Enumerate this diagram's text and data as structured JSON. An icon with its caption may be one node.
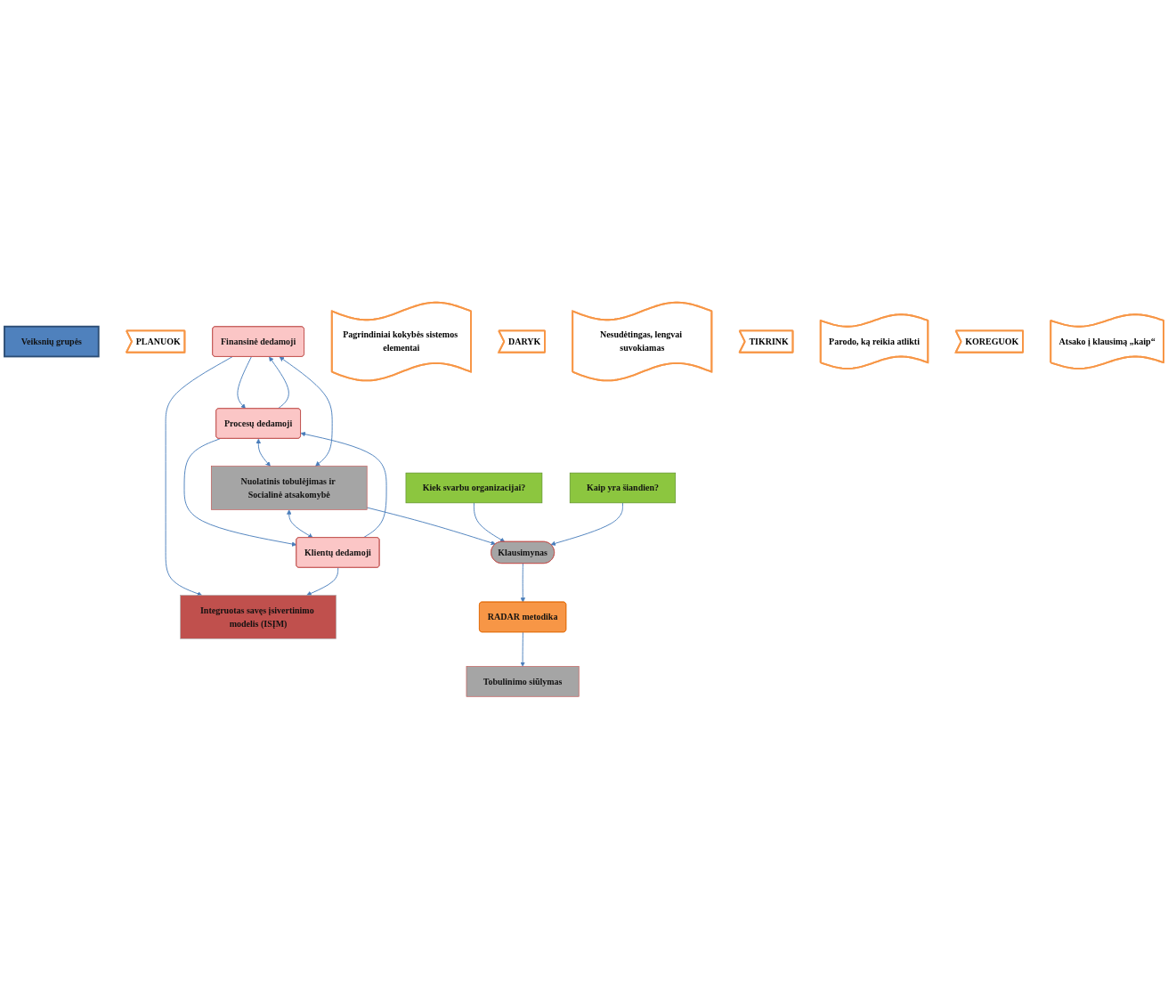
{
  "diagram": {
    "nodes": [
      {
        "text": [
          "Integruotas savęs įsivertinimo modelis (ISĮM)"
        ]
      },
      {
        "text": [
          "Veiksnių  grupės"
        ]
      },
      {
        "text": [
          "PLANUOK"
        ]
      },
      {
        "text": [
          "Finansinė dedamoji"
        ]
      },
      {
        "text": [
          "Procesų dedamoji"
        ]
      },
      {
        "text": [
          "Klientų dedamoji"
        ]
      },
      {
        "text": [
          "Pagrindiniai kokybės sistemos elementai"
        ]
      },
      {
        "text": [
          "Nuolatinis tobulėjimas ir Socialinė atsakomybė"
        ]
      },
      {
        "text": [
          "DARYK"
        ]
      },
      {
        "text": [
          "Kiek svarbu organizacijai?"
        ]
      },
      {
        "text": [
          "Klausimynas"
        ]
      },
      {
        "text": [
          "Kaip yra šiandien?"
        ]
      },
      {
        "text": [
          "Nesudėtingas, lengvai suvokiamas"
        ]
      },
      {
        "text": [
          "TIKRINK"
        ]
      },
      {
        "text": [
          "RADAR metodika"
        ]
      },
      {
        "text": [
          "Parodo, ką reikia atlikti"
        ]
      },
      {
        "text": [
          "KOREGUOK"
        ]
      },
      {
        "text": [
          "Tobulinimo siūlymas"
        ]
      },
      {
        "text": [
          "Atsako į klausimą „kaip“"
        ]
      }
    ],
    "edges": [
      {
        "from": 3,
        "to": 0,
        "arrow": "to"
      },
      {
        "from": 5,
        "to": 0,
        "arrow": "to"
      },
      {
        "from": 3,
        "to": 4,
        "arrow": "to"
      },
      {
        "from": 4,
        "to": 3,
        "arrow": "to"
      },
      {
        "from": 4,
        "to": 5,
        "arrow": "to"
      },
      {
        "from": 5,
        "to": 4,
        "arrow": "to"
      },
      {
        "from": 4,
        "to": 7,
        "arrow": "both"
      },
      {
        "from": 7,
        "to": 3,
        "arrow": "both"
      },
      {
        "from": 7,
        "to": 5,
        "arrow": "both"
      },
      {
        "from": 7,
        "to": 10,
        "arrow": "to"
      },
      {
        "from": 9,
        "to": 10,
        "arrow": "to"
      },
      {
        "from": 11,
        "to": 10,
        "arrow": "to"
      },
      {
        "from": 10,
        "to": 14,
        "arrow": "to"
      },
      {
        "from": 14,
        "to": 17,
        "arrow": "to"
      }
    ]
  }
}
